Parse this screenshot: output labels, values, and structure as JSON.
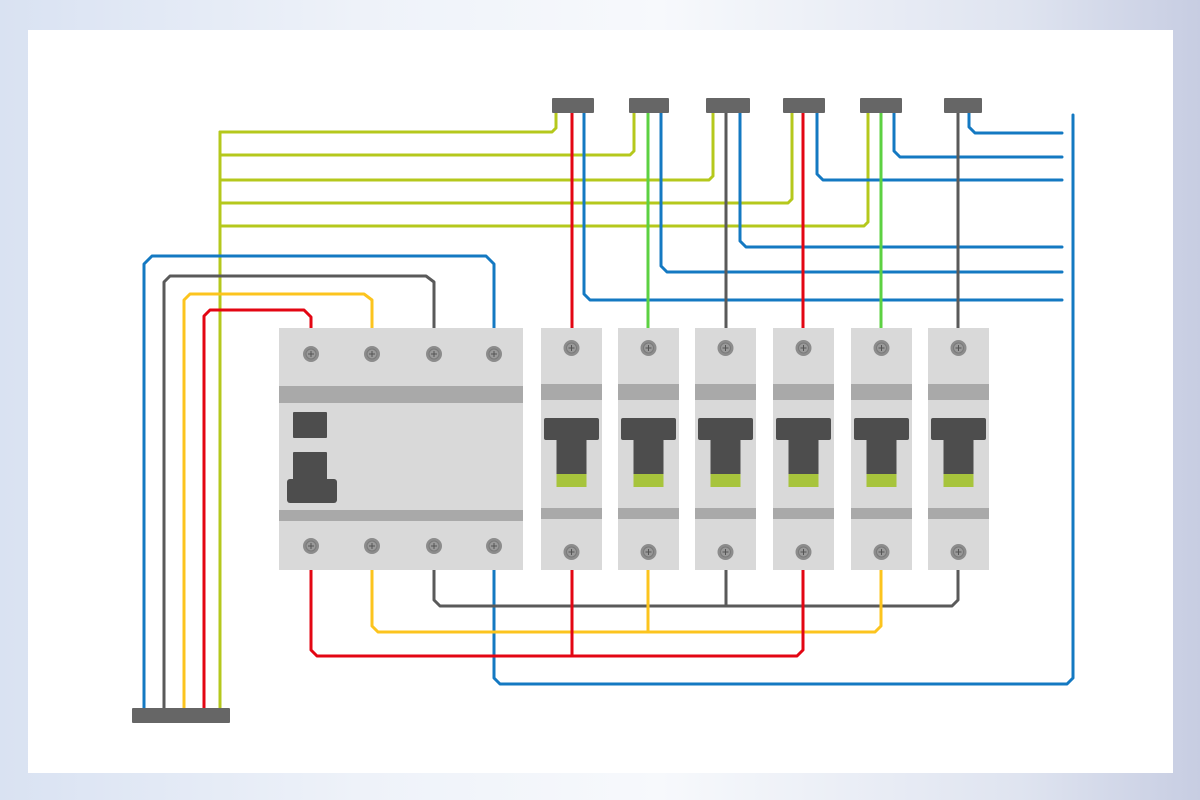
{
  "diagram": {
    "kind": "wiring",
    "colors": {
      "background": "#ffffff",
      "module_body": "#d9d9d9",
      "module_band": "#a9a9a9",
      "dark_part": "#4d4d4d",
      "indicator": "#a7c43c",
      "screw": "#8c8c8c",
      "terminal_bar": "#666666",
      "wire_red": "#e30613",
      "wire_yellow": "#fcc41e",
      "wire_gray": "#5a5a5a",
      "wire_blue": "#1479c2",
      "wire_green": "#5cd142",
      "wire_earth": "#b5c81c"
    },
    "components": {
      "rcd": {
        "poles": 4,
        "has_toggle_switch": true
      },
      "breakers": {
        "count": 6
      },
      "top_terminal_blocks": {
        "count": 6
      },
      "supply_terminal_bar": {
        "wire_count": 5
      }
    }
  }
}
